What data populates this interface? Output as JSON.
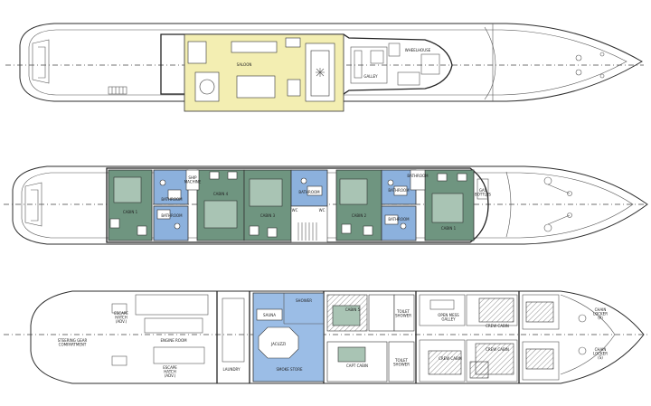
{
  "deck_upper": {
    "labels": {
      "saloon": "SALOON",
      "galley": "GALLEY",
      "wheelhouse": "WHEELHOUSE"
    }
  },
  "deck_main": {
    "labels": {
      "cabin1_aft": "CABIN 1",
      "bathroom_a": "BATHROOM",
      "bathroom_b": "BATHROOM",
      "ship_machine": "SHIP\nMACHINE",
      "cabin4": "CABIN 4",
      "cabin3": "CABIN 3",
      "bathroom_c": "BATHROOM",
      "bathroom_d": "BATHROOM",
      "wc": "WC",
      "wc2": "WC",
      "cabin2": "CABIN 2",
      "bathroom_e": "BATHROOM",
      "bathroom_f": "BATHROOM",
      "cabin1_fwd": "CABIN 1",
      "gas_bottles": "GAS\nBOTTLES"
    }
  },
  "deck_lower": {
    "labels": {
      "escape_hatch_top": "ESCAPE\nHATCH\n(ADV.)",
      "steering_gear": "STEERING GEAR\nCOMPARTMENT",
      "engine_room": "ENGINE ROOM",
      "escape_hatch_bottom": "ESCAPE\nHATCH\n(ADV.)",
      "laundry": "LAUNDRY",
      "sauna": "SAUNA",
      "shower": "SHOWER",
      "jacuzzi": "JACUZZI",
      "smoke_store": "SMOKE STORE",
      "cabin5": "CABIN 5",
      "toilet_shower_1": "TOILET\nSHOWER",
      "capt_cabin": "CAPT CABIN",
      "toilet_shower_2": "TOILET\nSHOWER",
      "open_mess_galley": "OPEN MESS\nGALLEY",
      "crew_cabin_1": "CREW CABIN",
      "crew_cabin_2": "CREW CABIN",
      "crew_cabin_3": "CREW CABIN",
      "chain_locker_p": "CHAIN\nLOCKER\n(P)",
      "chain_locker_s": "CHAIN\nLOCKER\n(S)"
    }
  },
  "colors": {
    "upper_saloon": "#f3eeb2",
    "guest_cabins": "#6f9580",
    "bathrooms": "#8cb1dd",
    "spa": "#9bbde6"
  }
}
